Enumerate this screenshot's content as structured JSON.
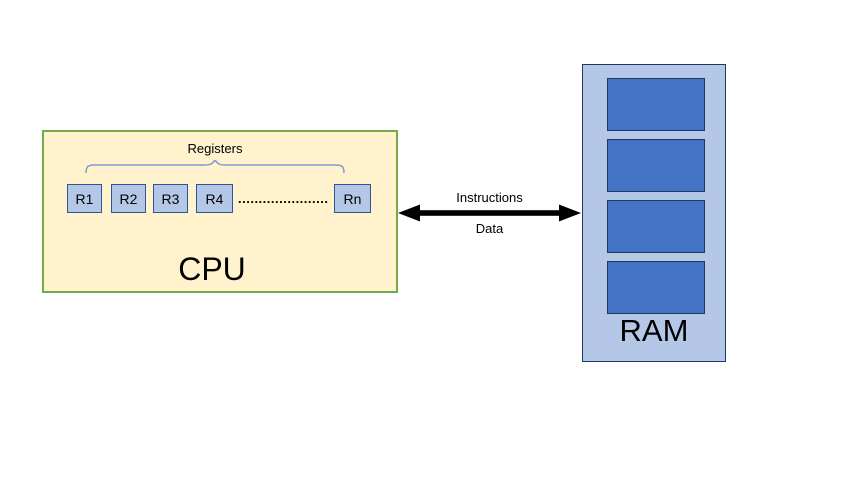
{
  "diagram": {
    "cpu": {
      "label": "CPU",
      "registers_label": "Registers",
      "registers": [
        "R1",
        "R2",
        "R3",
        "R4",
        "Rn"
      ],
      "ellipsis": "......................"
    },
    "bus": {
      "top_label": "Instructions",
      "bottom_label": "Data"
    },
    "ram": {
      "label": "RAM",
      "cell_count": 4
    },
    "colors": {
      "cpu_fill": "#FFF2CC",
      "cpu_border": "#70AD47",
      "register_fill": "#B4C7E7",
      "register_border": "#2F5597",
      "ram_fill": "#B4C7E7",
      "ram_cell_fill": "#4472C4",
      "ram_border": "#1F3864",
      "brace_color": "#7C9CD6",
      "arrow_color": "#000000"
    }
  }
}
